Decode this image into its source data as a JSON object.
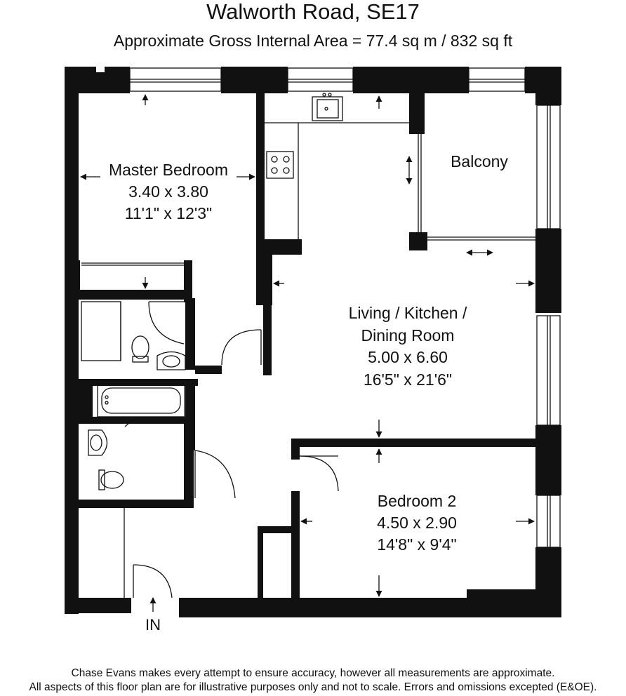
{
  "header": {
    "title": "Walworth Road, SE17",
    "area": "Approximate Gross Internal Area = 77.4 sq m / 832 sq ft"
  },
  "rooms": {
    "master": {
      "name": "Master Bedroom",
      "metric": "3.40 x 3.80",
      "imperial": "11'1\" x 12'3\""
    },
    "balcony": {
      "name": "Balcony"
    },
    "living": {
      "name_line1": "Living / Kitchen /",
      "name_line2": "Dining Room",
      "metric": "5.00 x 6.60",
      "imperial": "16'5\" x 21'6\""
    },
    "bedroom2": {
      "name": "Bedroom 2",
      "metric": "4.50 x 2.90",
      "imperial": "14'8\" x 9'4\""
    }
  },
  "entrance": {
    "label": "IN"
  },
  "footer": {
    "line1": "Chase Evans makes every attempt to ensure accuracy, however all measurements are approximate.",
    "line2": "All aspects of this floor plan are for illustrative purposes only and not to scale. Errors and omissions excepted (E&OE)."
  }
}
